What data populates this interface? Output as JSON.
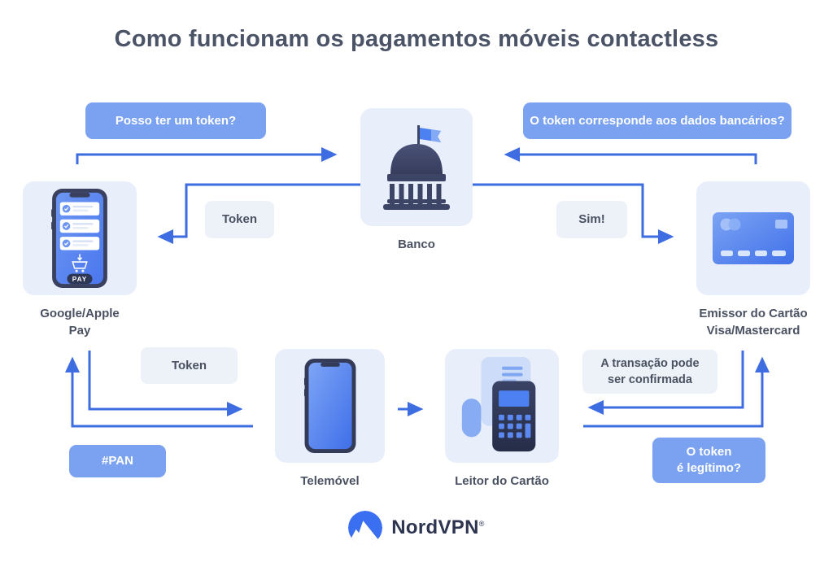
{
  "title": "Como funcionam os pagamentos móveis contactless",
  "nodes": {
    "bank": {
      "label": "Banco"
    },
    "wallet": {
      "label_lines": [
        "Google/Apple",
        "Pay"
      ],
      "pay_button": "PAY"
    },
    "issuer": {
      "label_lines": [
        "Emissor do Cartão",
        "Visa/Mastercard"
      ]
    },
    "phone": {
      "label": "Telemóvel"
    },
    "reader": {
      "label": "Leitor do Cartão"
    }
  },
  "messages": {
    "ask_token": "Posso ter um token?",
    "token_to_wallet": "Token",
    "ask_match": "O token corresponde aos dados bancários?",
    "yes": "Sim!",
    "token_to_phone": "Token",
    "pan": "#PAN",
    "confirm_lines": [
      "A transação pode",
      "ser confirmada"
    ],
    "legit_lines": [
      "O token",
      "é legítimo?"
    ]
  },
  "footer": {
    "brand": "NordVPN",
    "trademark": "®"
  },
  "icons": {
    "bank": "bank-building-icon",
    "wallet": "wallet-phone-icon",
    "issuer": "credit-card-icon",
    "phone": "smartphone-icon",
    "reader": "card-reader-icon",
    "logo": "nordvpn-mountain-logo-icon"
  },
  "colors": {
    "arrow_blue": "#3e6de2",
    "bubble_blue": "#7ba2f0",
    "light_label_bg": "#edf2f9",
    "card_bg": "#e9effa",
    "icon_navy": "#3d4566",
    "icon_blue": "#4d7df0",
    "title_text": "#4b5367",
    "logo_blue": "#3a6ff2"
  }
}
